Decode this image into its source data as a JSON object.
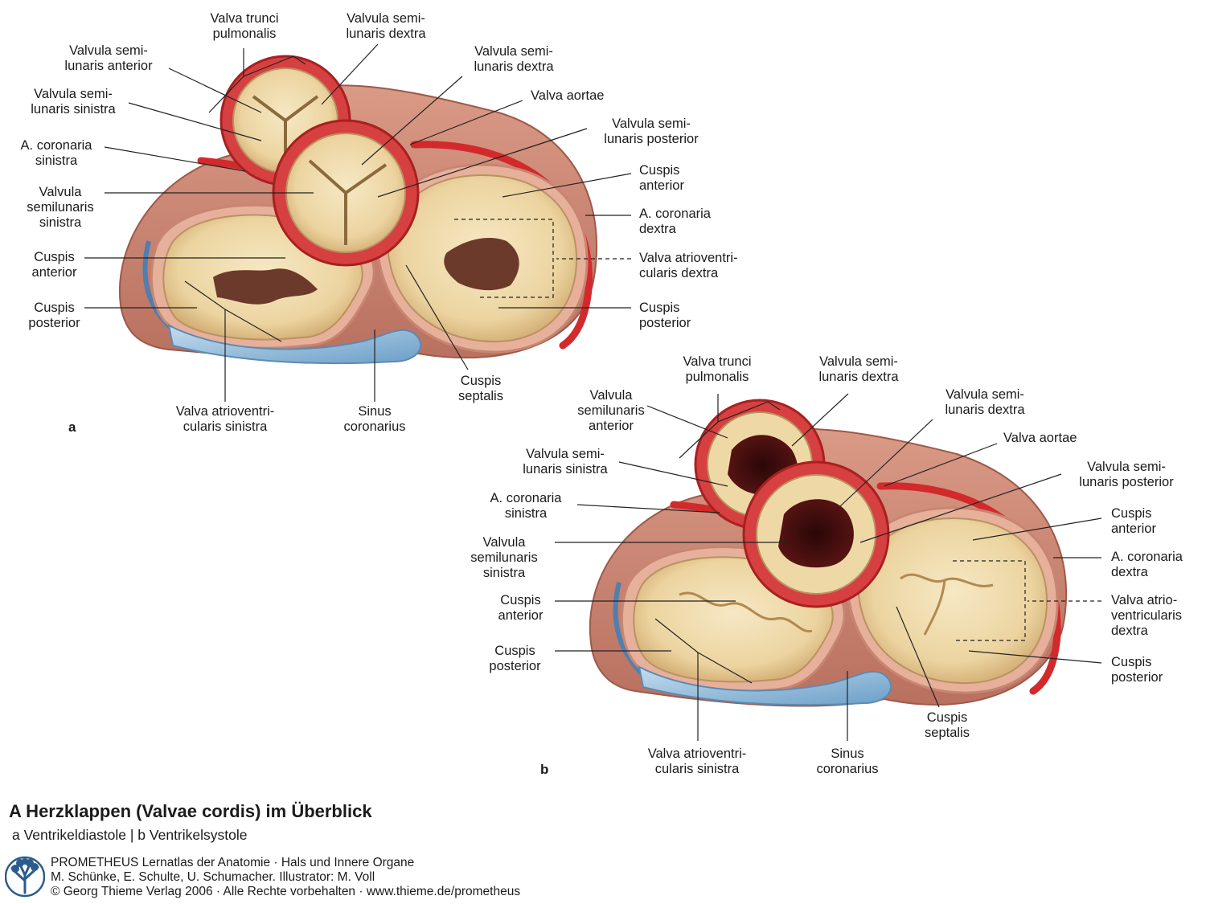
{
  "figure": {
    "title": "A Herzklappen (Valvae cordis) im Überblick",
    "subtitle": "a Ventrikeldiastole | b Ventrikelsystole",
    "credits": [
      "PROMETHEUS Lernatlas der Anatomie · Hals und Innere Organe",
      "M. Schünke, E. Schulte, U. Schumacher. Illustrator: M. Voll",
      "© Georg Thieme Verlag 2006 · Alle Rechte vorbehalten · www.thieme.de/prometheus"
    ]
  },
  "panel_a": {
    "letter": "a",
    "labels": {
      "valva_trunci_pulmonalis": "Valva trunci\npulmonalis",
      "valvula_semilunaris_dextra_pulm": "Valvula semi-\nlunaris dextra",
      "valvula_semilunaris_anterior": "Valvula semi-\nlunaris anterior",
      "valvula_semilunaris_dextra_aort": "Valvula semi-\nlunaris dextra",
      "valva_aortae": "Valva aortae",
      "valvula_semilunaris_sinistra_pulm": "Valvula semi-\nlunaris sinistra",
      "valvula_semilunaris_posterior": "Valvula semi-\nlunaris posterior",
      "a_coronaria_sinistra": "A. coronaria\nsinistra",
      "cuspis_anterior_right": "Cuspis\nanterior",
      "valvula_semilunaris_sinistra_aort": "Valvula\nsemilunaris\nsinistra",
      "a_coronaria_dextra": "A. coronaria\ndextra",
      "cuspis_anterior_left": "Cuspis\nanterior",
      "valva_atrioventricularis_dextra": "Valva atrioventri-\ncularis dextra",
      "cuspis_posterior_left": "Cuspis\nposterior",
      "cuspis_posterior_right": "Cuspis\nposterior",
      "cuspis_septalis": "Cuspis\nseptalis",
      "valva_atrioventricularis_sinistra": "Valva atrioventri-\ncularis sinistra",
      "sinus_coronarius": "Sinus\ncoronarius"
    }
  },
  "panel_b": {
    "letter": "b",
    "labels": {
      "valva_trunci_pulmonalis": "Valva trunci\npulmonalis",
      "valvula_semilunaris_dextra_pulm": "Valvula semi-\nlunaris dextra",
      "valvula_semilunaris_anterior": "Valvula\nsemilunaris\nanterior",
      "valvula_semilunaris_dextra_aort": "Valvula semi-\nlunaris dextra",
      "valva_aortae": "Valva aortae",
      "valvula_semilunaris_sinistra_pulm": "Valvula semi-\nlunaris sinistra",
      "valvula_semilunaris_posterior": "Valvula semi-\nlunaris posterior",
      "a_coronaria_sinistra": "A. coronaria\nsinistra",
      "cuspis_anterior_right": "Cuspis\nanterior",
      "valvula_semilunaris_sinistra_aort": "Valvula\nsemilunaris\nsinistra",
      "a_coronaria_dextra": "A. coronaria\ndextra",
      "cuspis_anterior_left": "Cuspis\nanterior",
      "valva_atrioventricularis_dextra": "Valva atrio-\nventricularis\ndextra",
      "cuspis_posterior_left": "Cuspis\nposterior",
      "cuspis_posterior_right": "Cuspis\nposterior",
      "cuspis_septalis": "Cuspis\nseptalis",
      "valva_atrioventricularis_sinistra": "Valva atrioventri-\ncularis sinistra",
      "sinus_coronarius": "Sinus\ncoronarius"
    }
  },
  "colors": {
    "myocardium": "#c9806f",
    "myocardium_dark": "#b36a5a",
    "annulus": "#e7b09a",
    "artery": "#d22a2c",
    "vein": "#9cc3df",
    "leaflet": "#f2dfb3",
    "leaflet_shadow": "#cdae76",
    "commissure": "#6b3a2a",
    "leader": "#222222"
  },
  "icons": {
    "logo": "tree-logo-icon"
  }
}
